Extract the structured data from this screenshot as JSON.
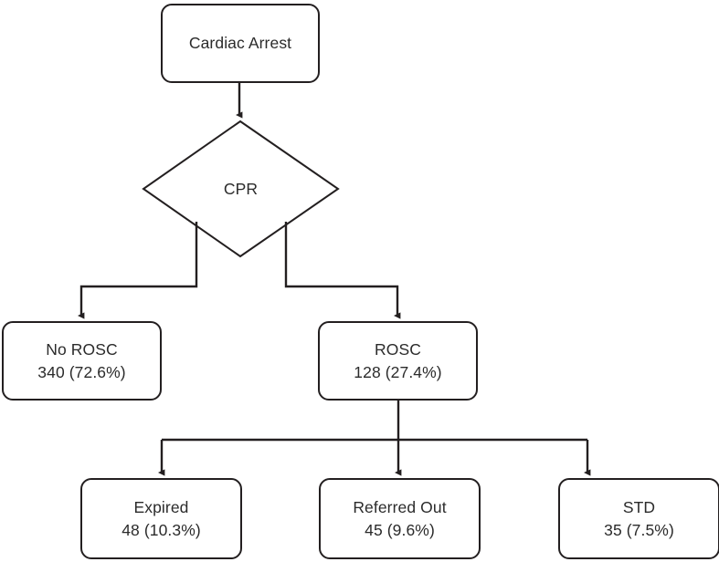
{
  "diagram": {
    "type": "flowchart",
    "title": "Cardiac Arrest outcome flowchart",
    "background_color": "#ffffff",
    "stroke_color": "#231f20",
    "text_color": "#2b2b2b",
    "nodes": {
      "root": {
        "shape": "rounded-rectangle",
        "label": "Cardiac Arrest"
      },
      "decision": {
        "shape": "diamond",
        "label": "CPR"
      },
      "no_rosc": {
        "shape": "rounded-rectangle",
        "label": "No ROSC",
        "value": "340 (72.6%)",
        "count": 340,
        "percent": 72.6
      },
      "rosc": {
        "shape": "rounded-rectangle",
        "label": "ROSC",
        "value": "128 (27.4%)",
        "count": 128,
        "percent": 27.4
      },
      "expired": {
        "shape": "rounded-rectangle",
        "label": "Expired",
        "value": "48 (10.3%)",
        "count": 48,
        "percent": 10.3
      },
      "referred_out": {
        "shape": "rounded-rectangle",
        "label": "Referred Out",
        "value": "45 (9.6%)",
        "count": 45,
        "percent": 9.6
      },
      "std": {
        "shape": "rounded-rectangle",
        "label": "STD",
        "value": "35 (7.5%)",
        "count": 35,
        "percent": 7.5
      }
    },
    "edges": [
      {
        "from": "root",
        "to": "decision",
        "style": "straight-arrow"
      },
      {
        "from": "decision",
        "to": "no_rosc",
        "style": "elbow-arrow"
      },
      {
        "from": "decision",
        "to": "rosc",
        "style": "elbow-arrow"
      },
      {
        "from": "rosc",
        "to": "expired",
        "style": "elbow-arrow"
      },
      {
        "from": "rosc",
        "to": "referred_out",
        "style": "straight-arrow"
      },
      {
        "from": "rosc",
        "to": "std",
        "style": "elbow-arrow"
      }
    ]
  }
}
